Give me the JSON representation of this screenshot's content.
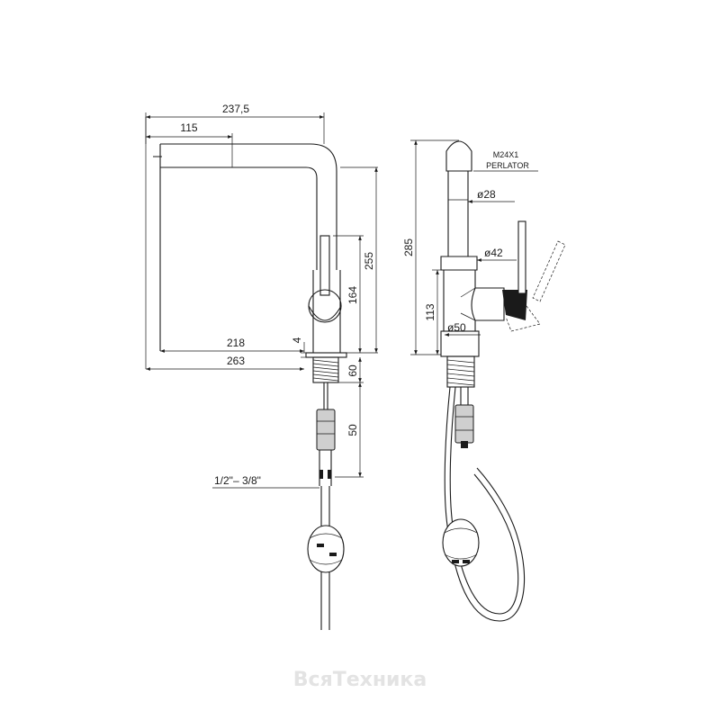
{
  "front_view": {
    "dim_overall_spout_reach": "237,5",
    "dim_spout_handle_offset": "115",
    "dim_base_to_spout": "218",
    "dim_base_width": "263",
    "dim_spout_height": "255",
    "dim_handle_height": "164",
    "dim_base_thickness": "4",
    "dim_thread_length": "60",
    "dim_hose_connector": "50",
    "hose_thread_size": "1/2\"– 3/8\""
  },
  "side_view": {
    "aerator_label_line1": "M24X1",
    "aerator_label_line2": "PERLATOR",
    "dim_spout_diameter": "ø28",
    "dim_body_diameter": "ø42",
    "dim_base_diameter": "ø50",
    "dim_total_height": "285",
    "dim_body_height": "113"
  },
  "watermark": "ВсяТехника"
}
